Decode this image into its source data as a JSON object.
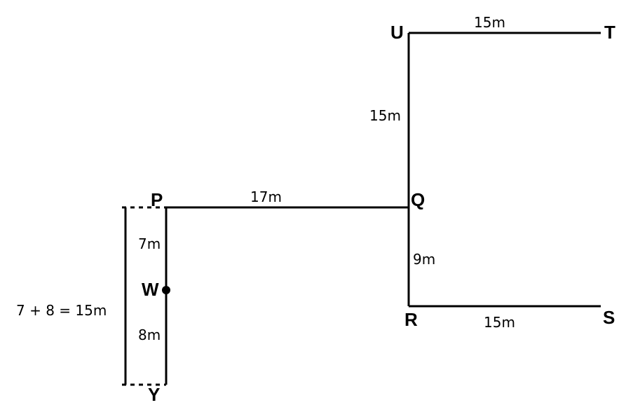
{
  "points": {
    "P": "P",
    "Q": "Q",
    "R": "R",
    "S": "S",
    "T": "T",
    "U": "U",
    "W": "W",
    "Y": "Y"
  },
  "distances": {
    "PQ": "17m",
    "QU": "15m",
    "UT": "15m",
    "QR": "9m",
    "RS": "15m",
    "PW": "7m",
    "WY": "8m"
  },
  "sum_label": "7 + 8 = 15m"
}
